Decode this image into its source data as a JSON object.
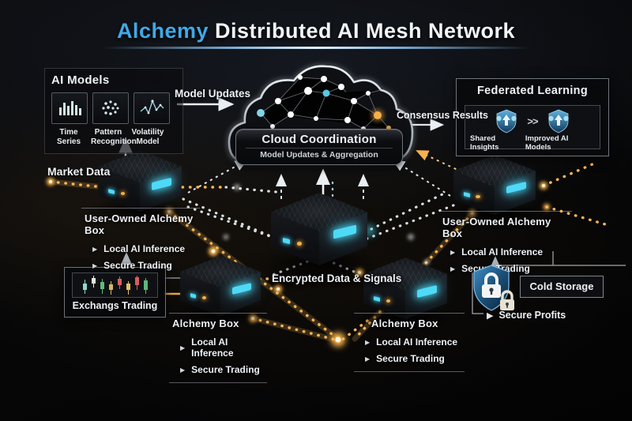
{
  "title": {
    "brand": "Alchemy",
    "rest": "Distributed AI Mesh Network"
  },
  "ai_models": {
    "header": "AI Models",
    "items": [
      {
        "label": "Time Series",
        "icon": "bar-chart-icon"
      },
      {
        "label": "Pattern Recognition",
        "icon": "dot-cluster-icon"
      },
      {
        "label": "Volatility Model",
        "icon": "line-chart-icon"
      }
    ]
  },
  "cloud": {
    "title": "Cloud Coordination",
    "subtitle": "Model Updates & Aggregation"
  },
  "federated": {
    "header": "Federated Learning",
    "shared": "Shared Insights",
    "sep": ">>",
    "improved": "Improved AI Models"
  },
  "flows": {
    "model_updates": "Model Updates",
    "consensus_results": "Consensus Results",
    "market_data": "Market Data",
    "encrypted": "Encrypted Data & Signals",
    "secure_profits": "Secure Profits"
  },
  "nodes": {
    "left": {
      "title": "User-Owned Alchemy Box",
      "features": [
        "Local AI Inference",
        "Secure Trading"
      ]
    },
    "right": {
      "title": "User-Owned Alchemy Box",
      "features": [
        "Local AI Inference",
        "Secure Trading"
      ]
    },
    "bottom_left": {
      "title": "Alchemy Box",
      "features": [
        "Local AI Inference",
        "Secure Trading"
      ]
    },
    "bottom_right": {
      "title": "Alchemy Box",
      "features": [
        "Local AI Inference",
        "Secure Trading"
      ]
    }
  },
  "exchange": {
    "label": "Exchangs Trading"
  },
  "cold_storage": {
    "label": "Cold Storage"
  },
  "glyphs": {
    "bullet": "▶"
  },
  "colors": {
    "accent_blue": "#3fa9e8",
    "screen_cyan": "#4ed9f6",
    "glow_orange": "#f6b14d"
  }
}
